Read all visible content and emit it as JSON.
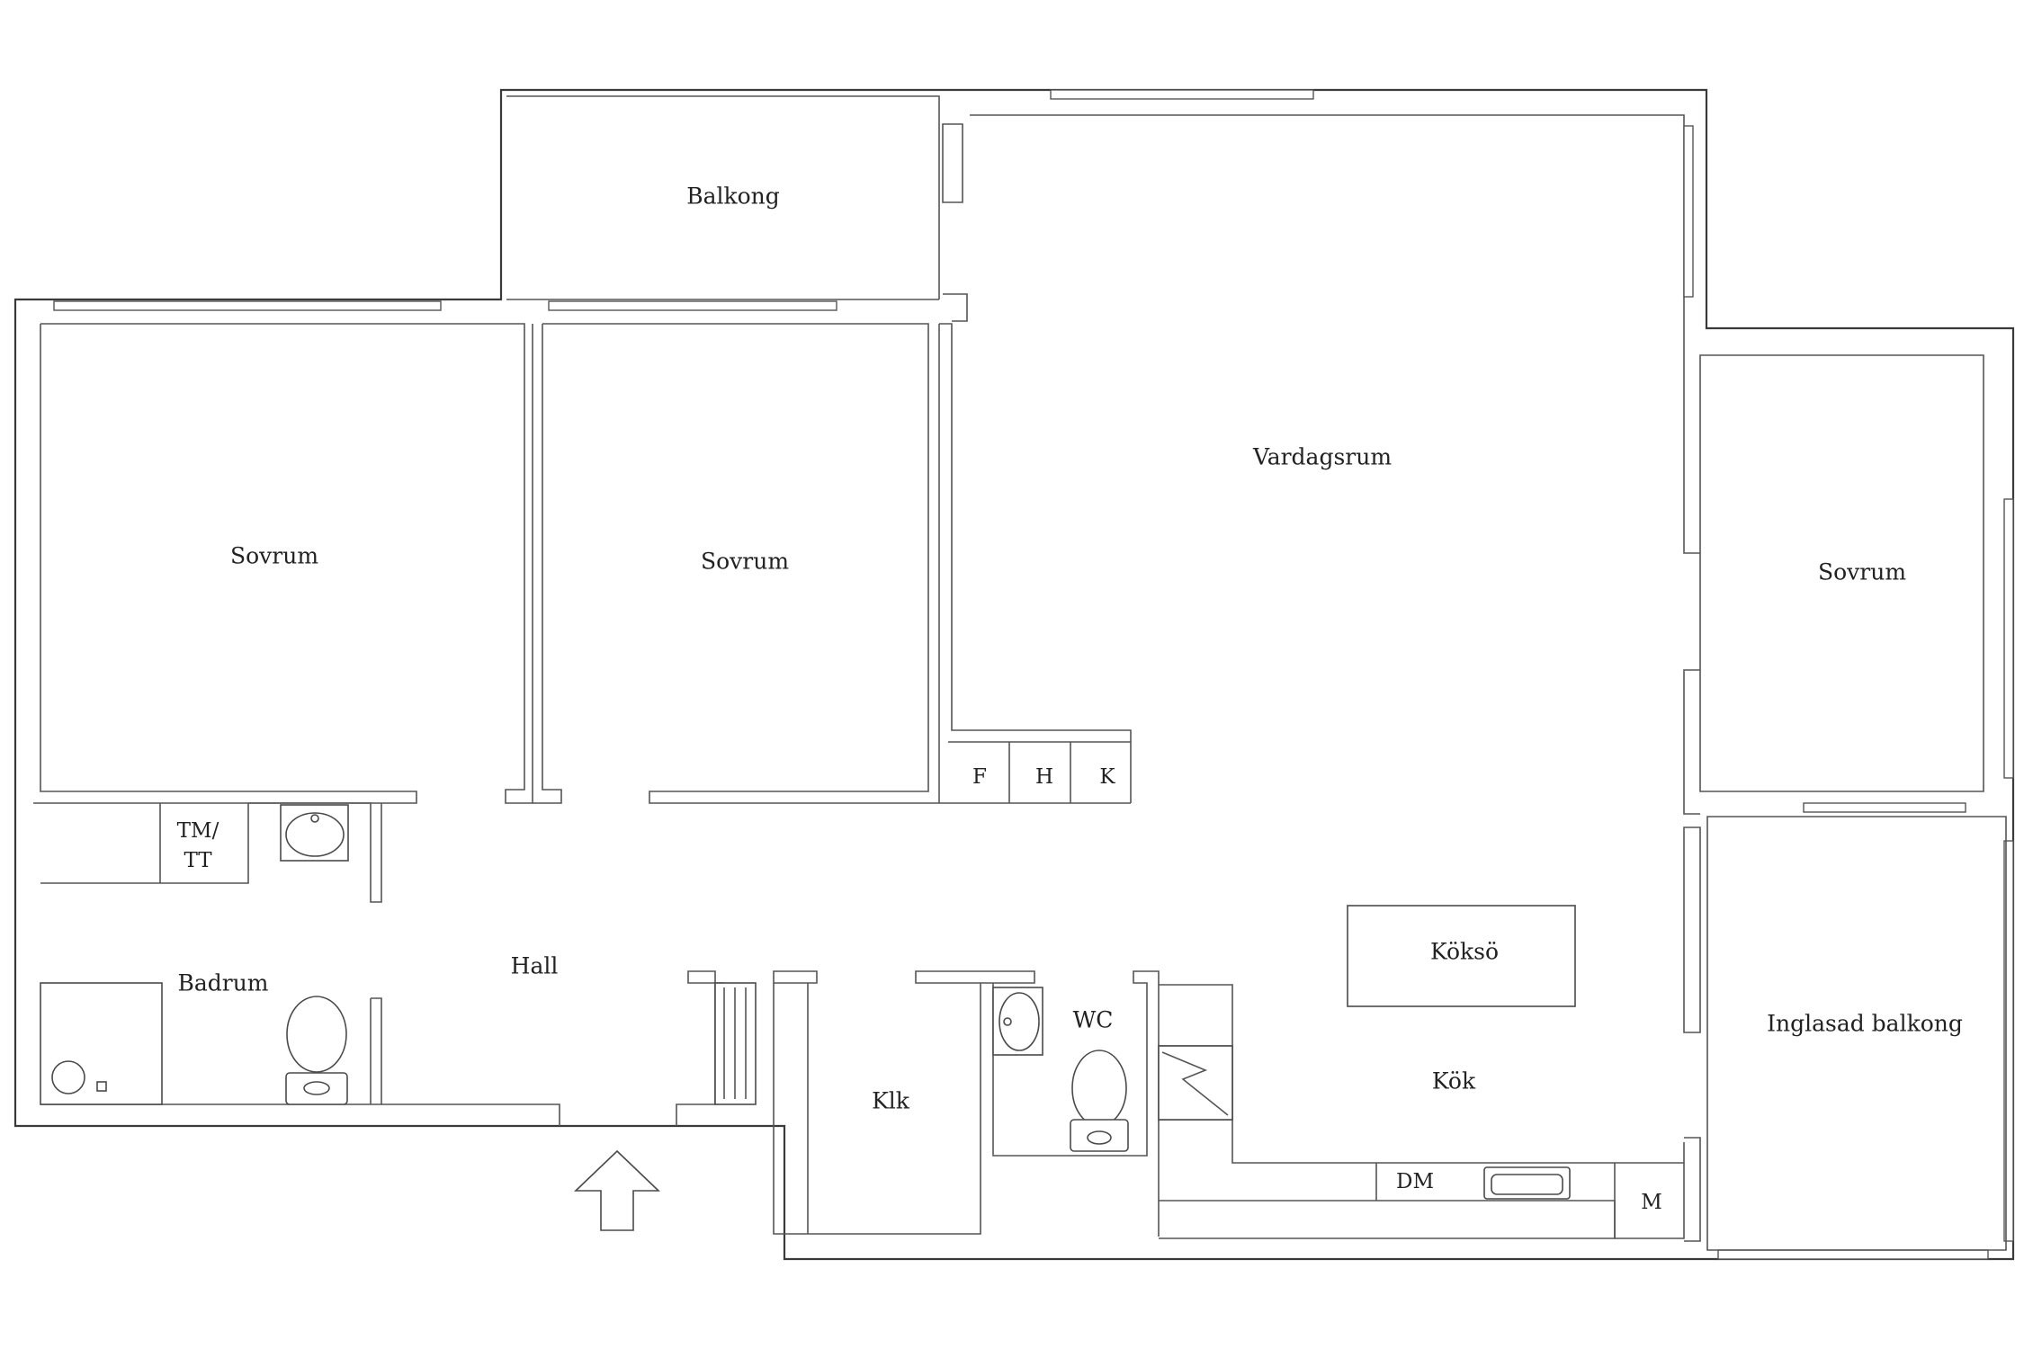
{
  "rooms": {
    "balkong": "Balkong",
    "sovrum_1": "Sovrum",
    "sovrum_2": "Sovrum",
    "vardagsrum": "Vardagsrum",
    "sovrum_3": "Sovrum",
    "inglasad_balkong": "Inglasad balkong",
    "hall": "Hall",
    "badrum": "Badrum",
    "klk": "Klk",
    "wc": "WC",
    "kok": "Kök",
    "kokso": "Köksö"
  },
  "fixtures": {
    "tm_line1": "TM/",
    "tm_line2": "TT",
    "freezer": "F",
    "hall_closet": "H",
    "cleaning_closet": "K",
    "dishwasher": "DM",
    "microwave": "M"
  },
  "icons": {
    "entrance": "entrance-arrow-icon",
    "toilet": "toilet-icon",
    "sink": "sink-icon",
    "shower": "shower-icon",
    "radiator": "radiator-icon",
    "chimney": "chimney-icon",
    "kitchen_sink": "kitchen-sink-icon"
  },
  "colors": {
    "wall": "#3a3a3a",
    "background": "#ffffff",
    "text": "#222222"
  }
}
